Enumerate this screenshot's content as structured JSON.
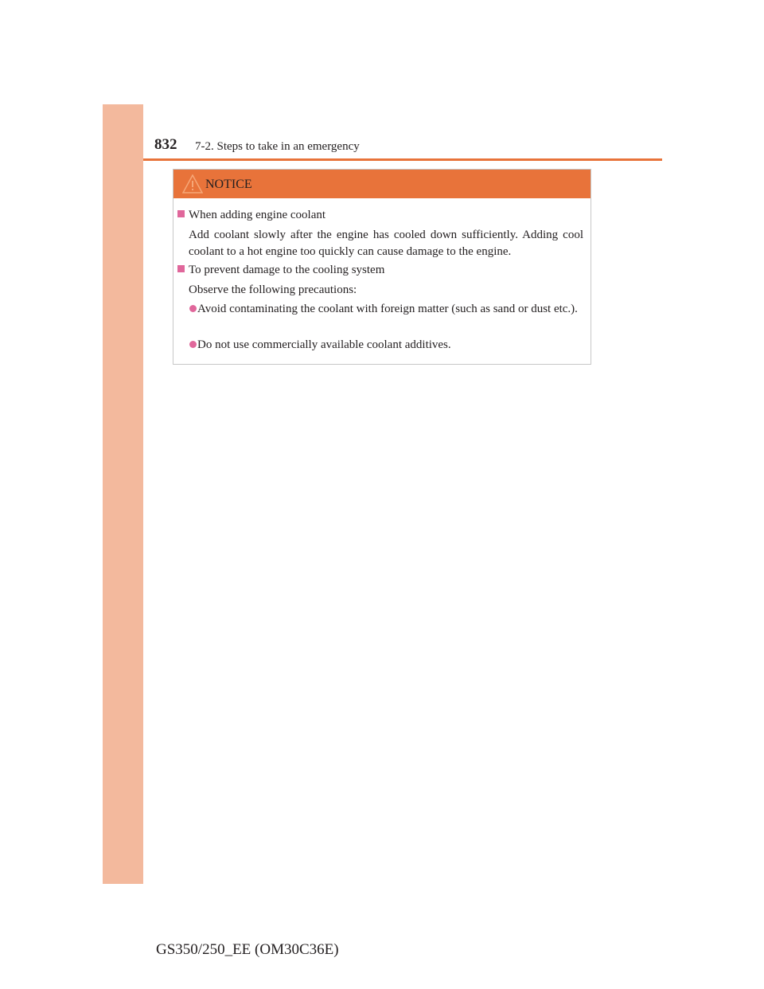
{
  "header": {
    "page_number": "832",
    "section_title": "7-2. Steps to take in an emergency"
  },
  "notice": {
    "label": "NOTICE",
    "icon": "warning-triangle-icon",
    "sections": [
      {
        "title": "When adding engine coolant",
        "body": "Add coolant slowly after the engine has cooled down sufficiently. Adding cool coolant to a hot engine too quickly can cause damage to the engine."
      },
      {
        "title": "To prevent damage to the cooling system",
        "body": "Observe the following precautions:",
        "bullets": [
          "Avoid contaminating the coolant with foreign matter (such as sand or dust etc.).",
          "Do not use commercially available coolant additives."
        ]
      }
    ]
  },
  "footer": {
    "model_code": "GS350/250_EE (OM30C36E)"
  },
  "colors": {
    "accent_orange": "#e8733a",
    "side_band": "#f3b99d",
    "bullet_pink": "#e0679b"
  }
}
